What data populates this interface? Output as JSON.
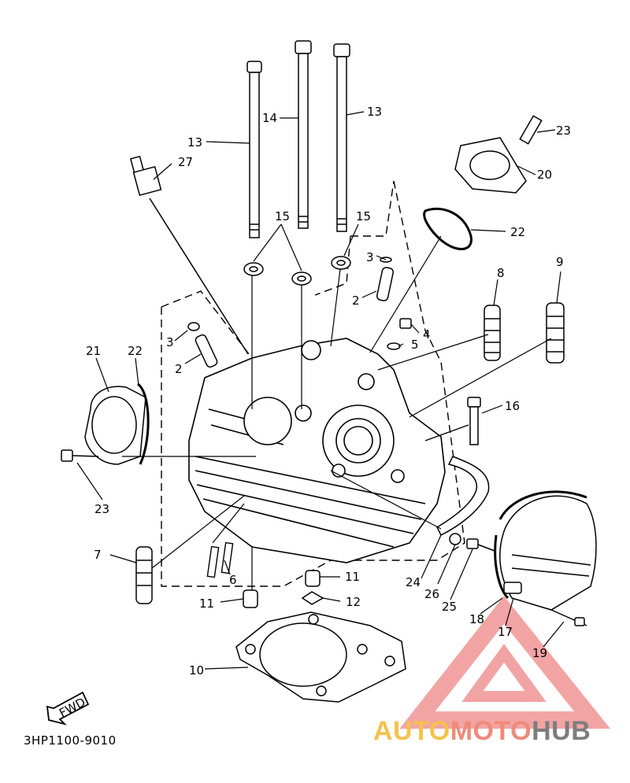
{
  "diagram": {
    "code": "3HP1100-9010",
    "fwd_label": "FWD",
    "watermark": {
      "part1": "AUTO",
      "part2": "MOTO",
      "part3": "HUB"
    },
    "callouts": {
      "c13a": "13",
      "c14": "14",
      "c13b": "13",
      "c23a": "23",
      "c27": "27",
      "c20": "20",
      "c15a": "15",
      "c15b": "15",
      "c22a": "22",
      "c3a": "3",
      "c2a": "2",
      "c9": "9",
      "c8": "8",
      "c4": "4",
      "c5": "5",
      "c3b": "3",
      "c21": "21",
      "c22b": "22",
      "c2b": "2",
      "c16": "16",
      "c23b": "23",
      "c7": "7",
      "c6": "6",
      "c11a": "11",
      "c11b": "11",
      "c12": "12",
      "c24": "24",
      "c26": "26",
      "c25": "25",
      "c18": "18",
      "c17": "17",
      "c19": "19",
      "c10": "10"
    }
  }
}
